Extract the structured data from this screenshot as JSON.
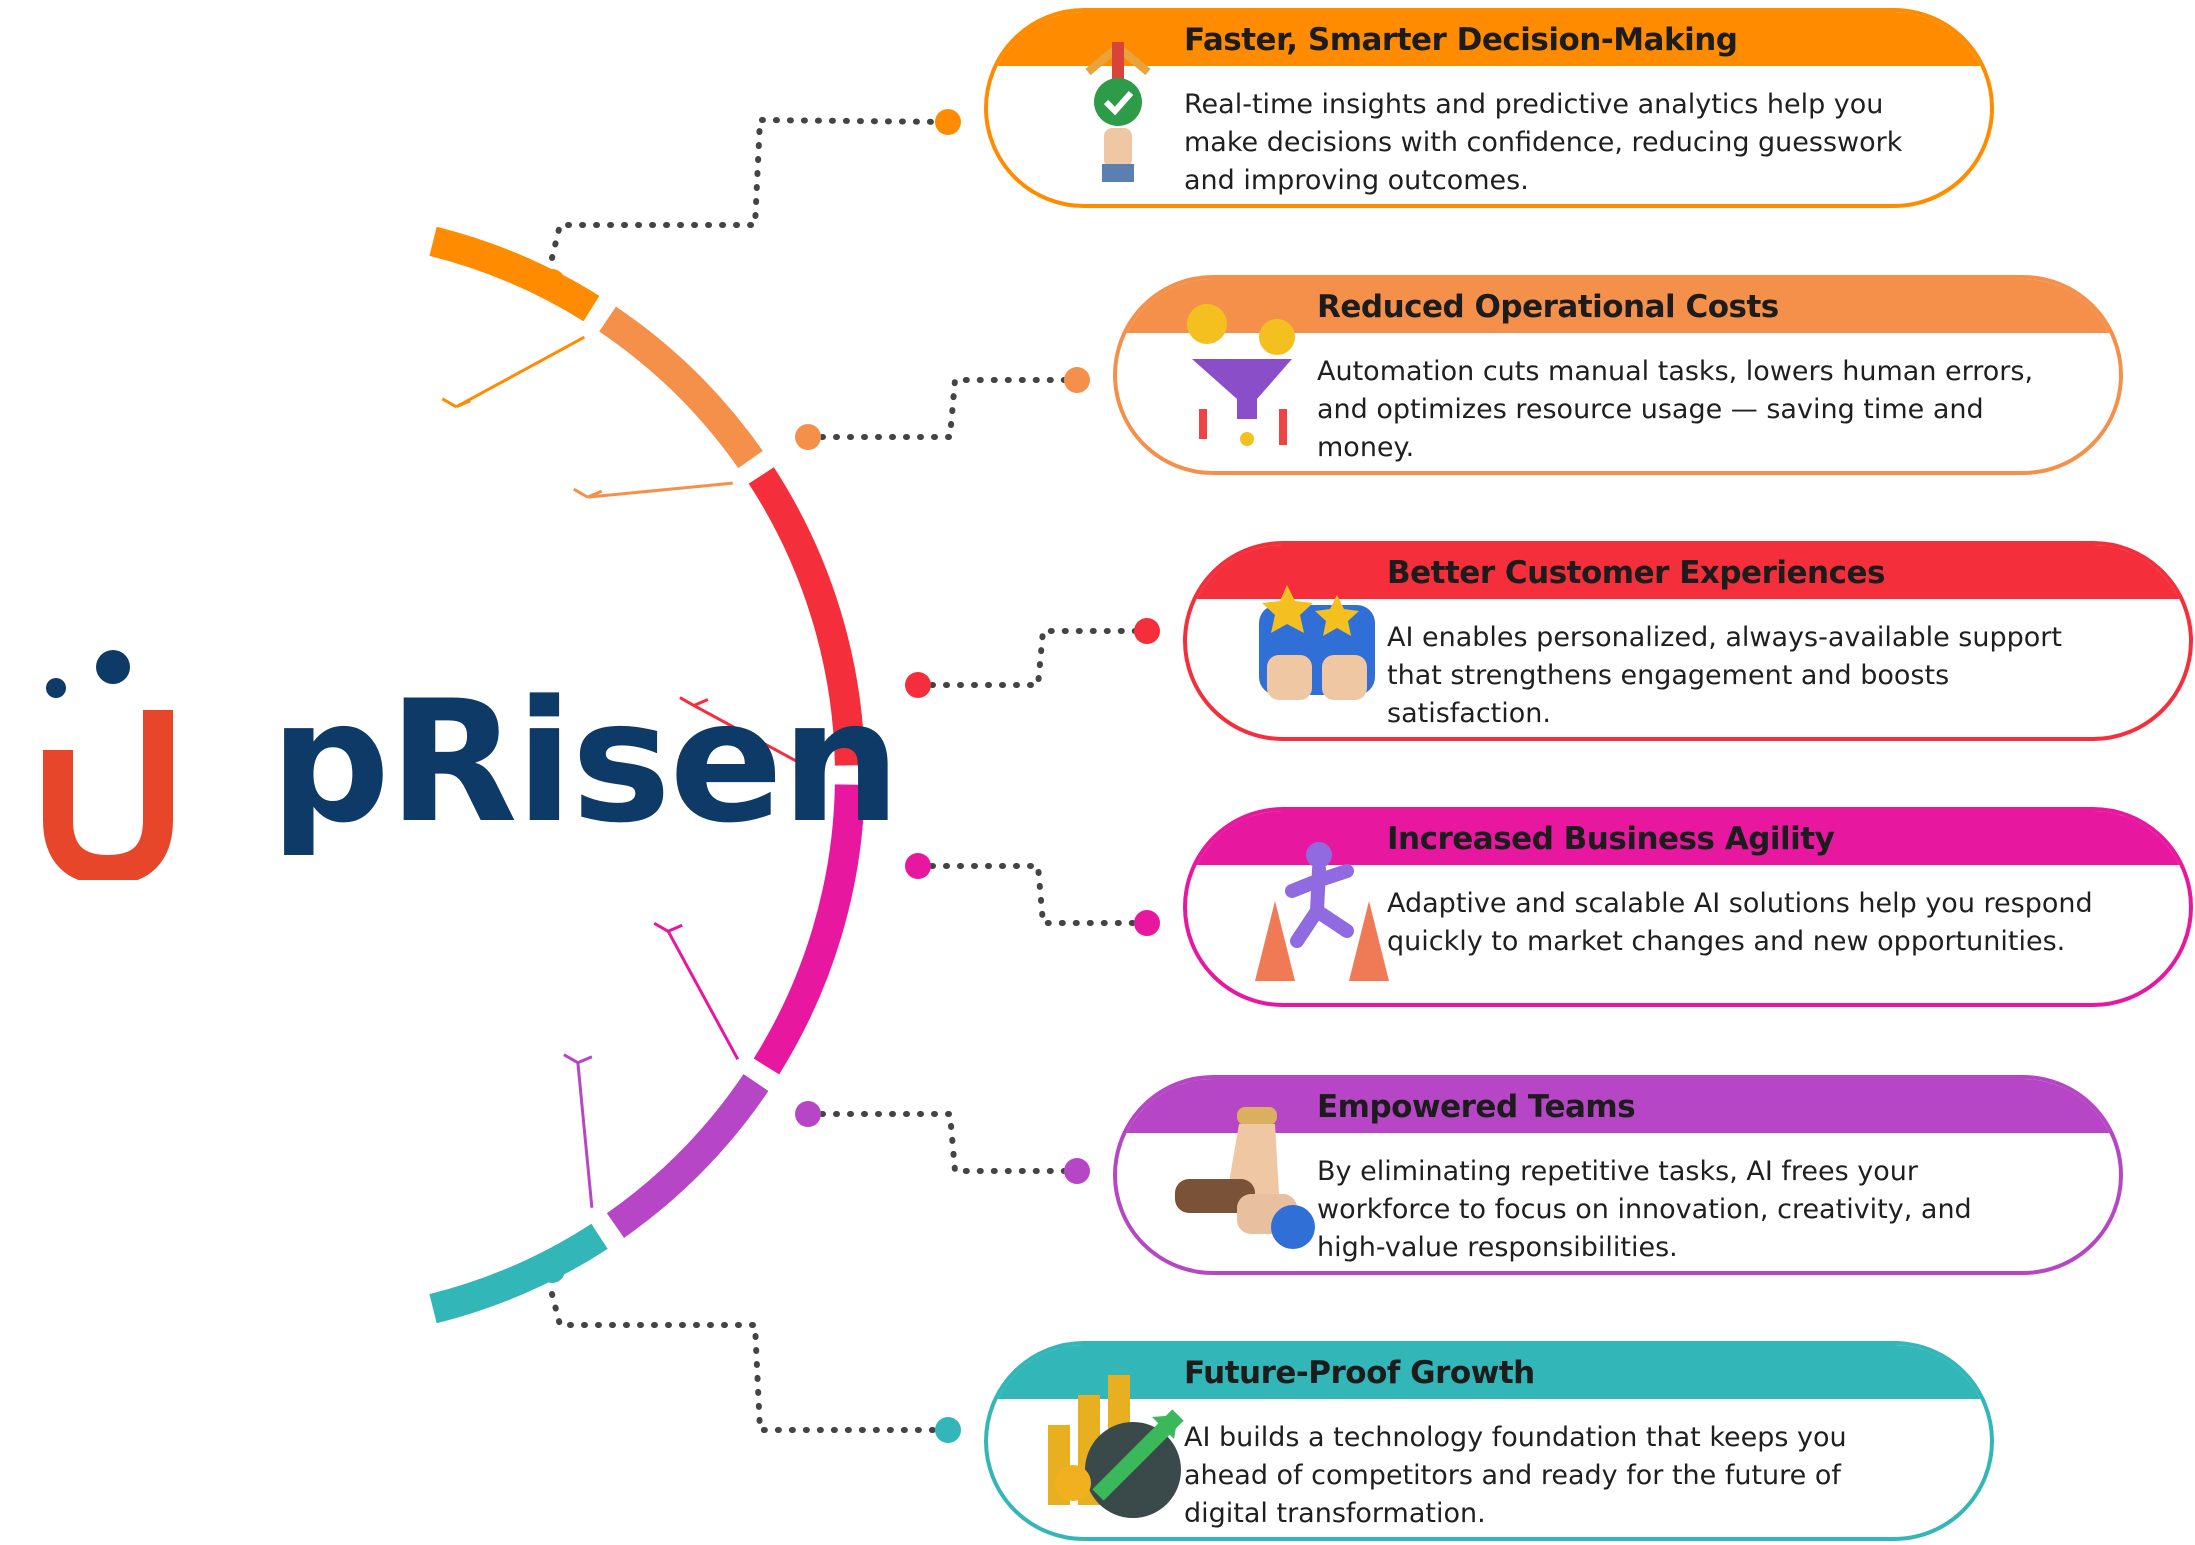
{
  "brand": {
    "logo_text": "UpRisen",
    "logo_word_visible": "pRisen",
    "colors": {
      "navy": "#0d3a66",
      "red_orange": "#e8462a"
    }
  },
  "benefits": [
    {
      "title": "Faster, Smarter Decision-Making",
      "text": "Real-time insights and predictive analytics help you make decisions with confidence, reducing guesswork and improving outcomes.",
      "color": "#ff8c00",
      "icon": "decision-arrows-icon"
    },
    {
      "title": "Reduced Operational Costs",
      "text": "Automation cuts manual tasks, lowers human errors, and optimizes resource usage — saving time and money.",
      "color": "#f5904a",
      "icon": "coin-funnel-icon"
    },
    {
      "title": "Better Customer Experiences",
      "text": "AI enables personalized, always-available support that strengthens engagement and boosts satisfaction.",
      "color": "#f42e3b",
      "icon": "thumbs-up-stars-icon"
    },
    {
      "title": "Increased Business Agility",
      "text": "Adaptive and scalable AI solutions help you respond quickly to market changes and new opportunities.",
      "color": "#e817a0",
      "icon": "jumping-cones-icon"
    },
    {
      "title": "Empowered Teams",
      "text": "By eliminating repetitive tasks, AI frees your workforce to focus on innovation, creativity, and high-value responsibilities.",
      "color": "#b646c6",
      "icon": "team-hands-icon"
    },
    {
      "title": "Future-Proof Growth",
      "text": "AI builds a technology foundation that keeps you ahead of competitors and ready for the future of digital transformation.",
      "color": "#33b6b8",
      "icon": "growth-globe-icon"
    }
  ]
}
